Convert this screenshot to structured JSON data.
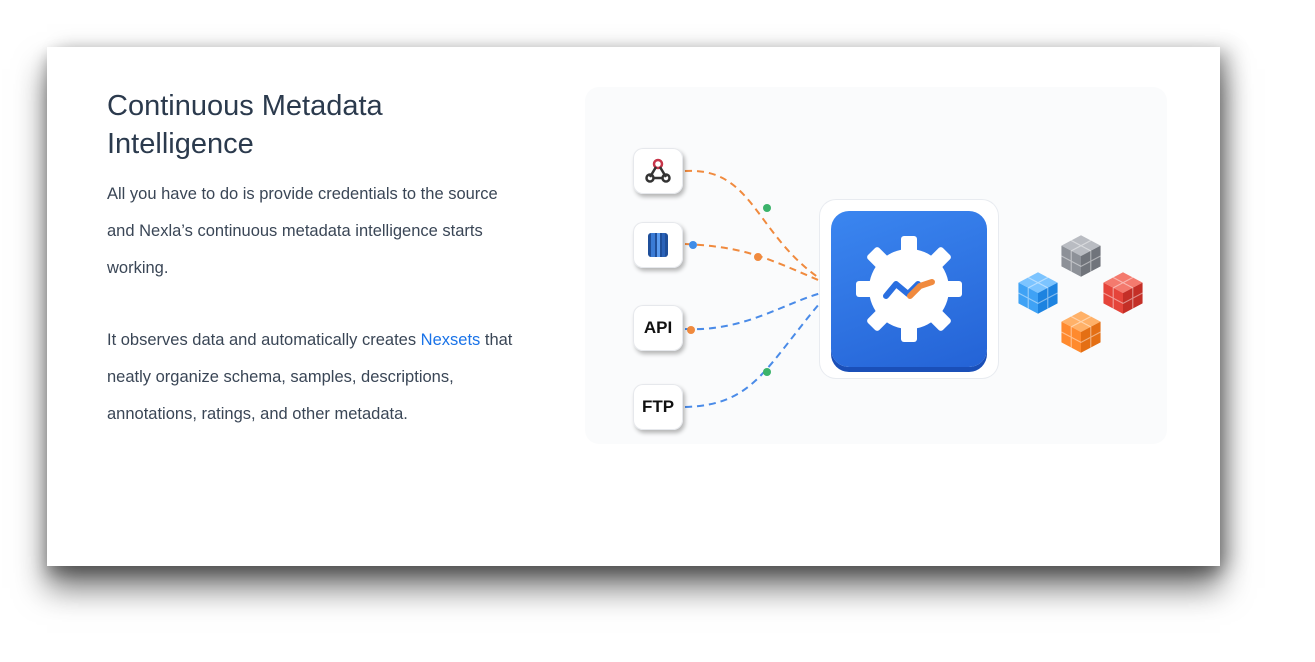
{
  "heading": {
    "line1": "Continuous Metadata",
    "line2": "Intelligence"
  },
  "paragraph1": {
    "line1": "All you have to do is provide credentials to the source",
    "line2": "and Nexla’s continuous metadata intelligence starts",
    "line3": "working."
  },
  "paragraph2": {
    "line1_before": "It observes data and automatically creates ",
    "line1_link": "Nexsets",
    "line1_after": " that",
    "line2": "neatly organize schema, samples, descriptions,",
    "line3": "annotations, ratings, and other metadata."
  },
  "diagram": {
    "sources": [
      {
        "label": "",
        "icon": "webhook-icon"
      },
      {
        "label": "",
        "icon": "database-icon"
      },
      {
        "label": "API",
        "icon": ""
      },
      {
        "label": "FTP",
        "icon": ""
      }
    ],
    "hub_icon": "nexla-gear-icon",
    "output_icons": [
      "gray-cube-icon",
      "blue-cube-icon",
      "red-cube-icon",
      "orange-cube-icon"
    ],
    "colors": {
      "orange_line": "#f08a3e",
      "blue_line": "#4a8be8",
      "green_dot": "#3bb36b",
      "hub_blue": "#2a6fe0",
      "link": "#1a73e8"
    }
  }
}
